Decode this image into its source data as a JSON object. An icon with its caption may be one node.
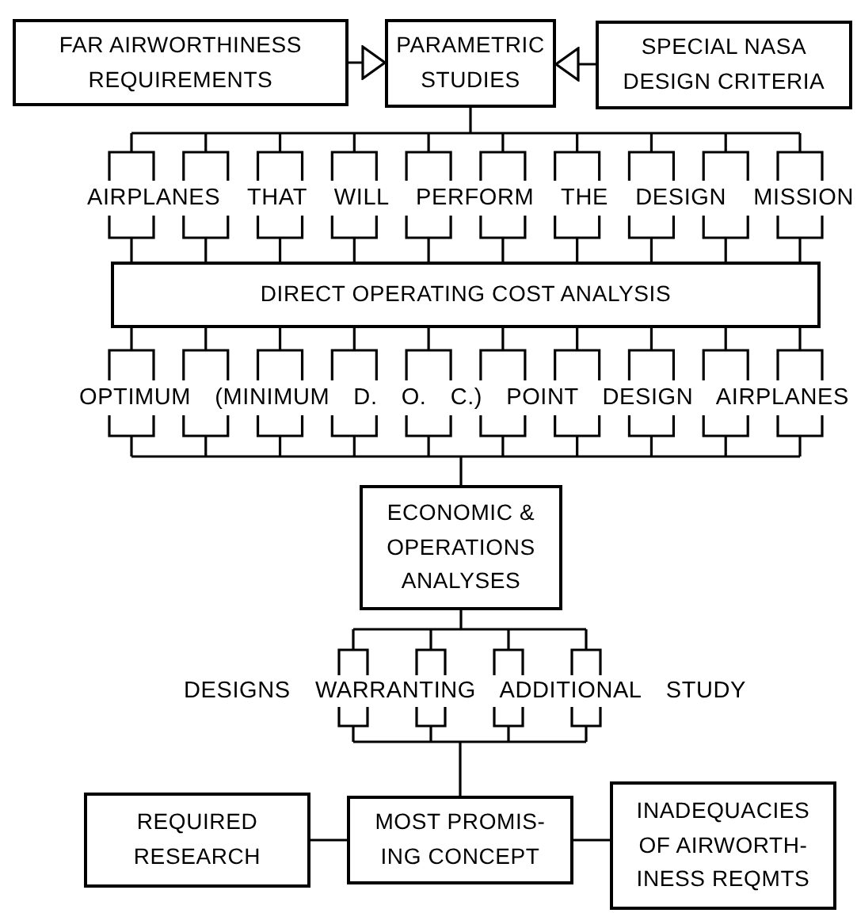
{
  "diagram": {
    "nodes": [
      {
        "text": [
          "FAR AIRWORTHINESS REQUIREMENTS"
        ]
      },
      {
        "text": [
          "PARAMETRIC STUDIES"
        ]
      },
      {
        "text": [
          "SPECIAL NASA DESIGN CRITERIA"
        ]
      },
      {
        "text": [
          "AIRPLANES THAT WILL PERFORM THE DESIGN MISSION"
        ]
      },
      {
        "text": [
          "DIRECT OPERATING COST ANALYSIS"
        ]
      },
      {
        "text": [
          "OPTIMUM (MINIMUM D. O. C.) POINT DESIGN AIRPLANES"
        ]
      },
      {
        "text": [
          "ECONOMIC & OPERATIONS ANALYSES"
        ]
      },
      {
        "text": [
          "DESIGNS WARRANTING ADDITIONAL STUDY"
        ]
      },
      {
        "text": [
          "REQUIRED RESEARCH"
        ]
      },
      {
        "text": [
          "MOST PROMIS- ING CONCEPT"
        ]
      },
      {
        "text": [
          "INADEQUACIES OF AIRWORTH- INESS REQMTS"
        ]
      }
    ],
    "edges": [
      {
        "from": 0,
        "to": 1,
        "arrow": "to"
      },
      {
        "from": 2,
        "to": 1,
        "arrow": "to"
      },
      {
        "from": 1,
        "to": 3,
        "arrow": "none"
      },
      {
        "from": 3,
        "to": 4,
        "arrow": "none"
      },
      {
        "from": 4,
        "to": 5,
        "arrow": "none"
      },
      {
        "from": 5,
        "to": 6,
        "arrow": "none"
      },
      {
        "from": 6,
        "to": 7,
        "arrow": "none"
      },
      {
        "from": 7,
        "to": 9,
        "arrow": "none"
      },
      {
        "from": 9,
        "to": 8,
        "arrow": "none"
      },
      {
        "from": 9,
        "to": 10,
        "arrow": "none"
      }
    ]
  }
}
